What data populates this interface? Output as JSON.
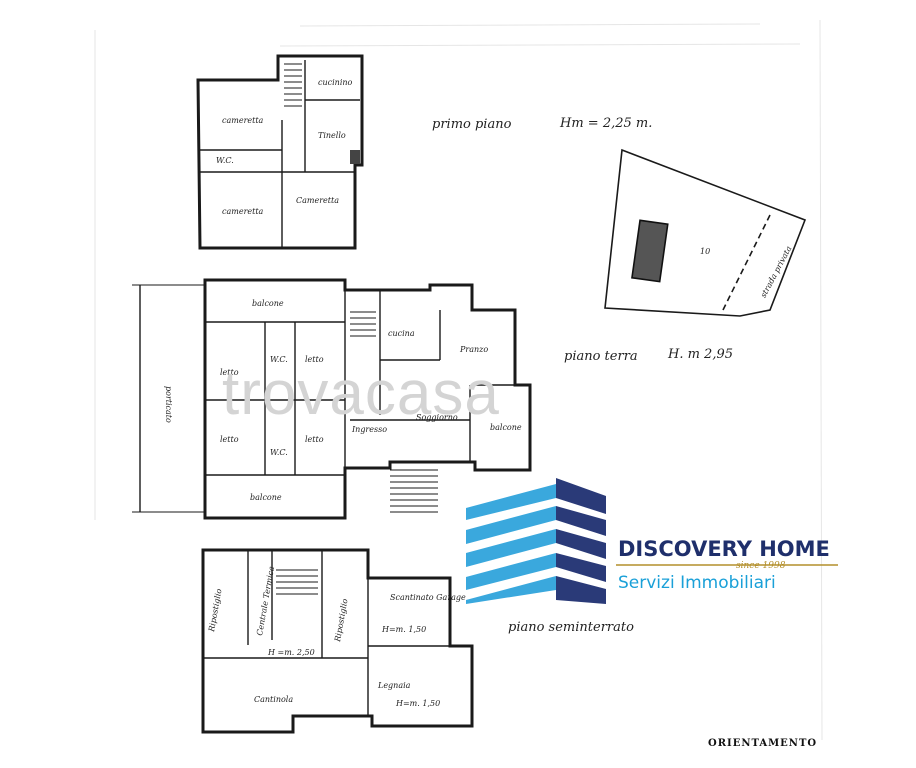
{
  "floors": {
    "primo": {
      "label": "primo piano",
      "height": "Hm = 2,25 m.",
      "rooms": [
        "cameretta",
        "cucinino",
        "Tinello",
        "W.C.",
        "cameretta",
        "Cameretta"
      ]
    },
    "terra": {
      "label": "piano terra",
      "height": "H. m 2,95",
      "rooms": [
        "balcone",
        "cucina",
        "Pranzo",
        "letto",
        "W.C.",
        "letto",
        "Soggiorno",
        "Ingresso",
        "letto",
        "W.C.",
        "letto",
        "balcone",
        "balcone",
        "porticato"
      ]
    },
    "seminterrato": {
      "label": "piano seminterrato",
      "rooms": [
        "Ripostiglio",
        "Centrale Termica",
        "Ripostiglio",
        "Scantinato Garage",
        "H=m. 1,50",
        "H =m. 2,50",
        "Cantinola",
        "Legnaia",
        "H=m. 1,50"
      ]
    }
  },
  "site": {
    "parcel_number": "10",
    "road_label": "strada privata"
  },
  "watermark": "trovacasa",
  "logo": {
    "name": "DISCOVERY HOME",
    "since": "since 1998",
    "tagline": "Servizi Immobiliari",
    "colors": {
      "navy": "#1f2f6b",
      "blue": "#1aa0d8",
      "gold": "#b38f2b"
    }
  },
  "orientation_label": "ORIENTAMENTO"
}
